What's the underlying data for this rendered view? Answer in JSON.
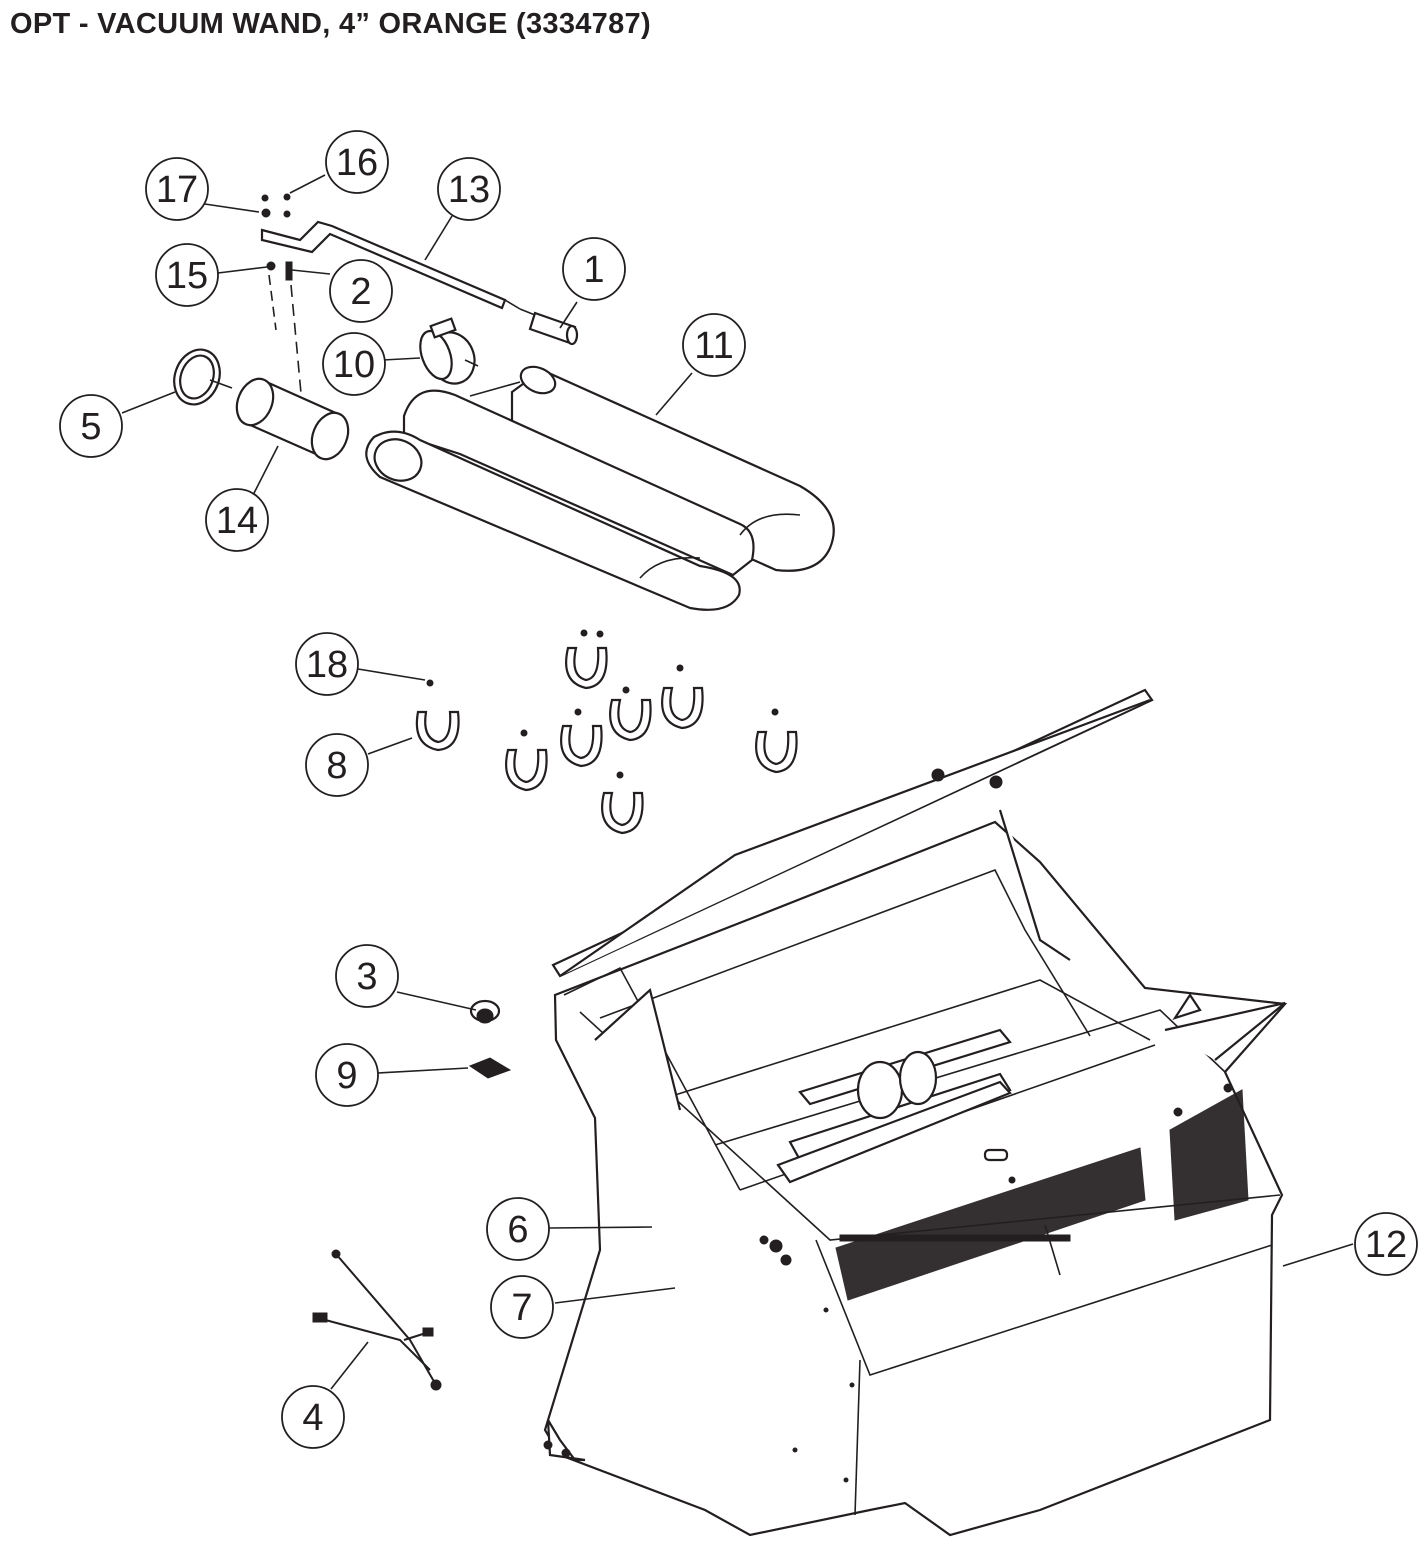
{
  "title": "OPT - VACUUM WAND, 4” ORANGE (3334787)",
  "callouts": [
    {
      "id": "1",
      "label": "1"
    },
    {
      "id": "2",
      "label": "2"
    },
    {
      "id": "3",
      "label": "3"
    },
    {
      "id": "4",
      "label": "4"
    },
    {
      "id": "5",
      "label": "5"
    },
    {
      "id": "6",
      "label": "6"
    },
    {
      "id": "7",
      "label": "7"
    },
    {
      "id": "8",
      "label": "8"
    },
    {
      "id": "9",
      "label": "9"
    },
    {
      "id": "10",
      "label": "10"
    },
    {
      "id": "11",
      "label": "11"
    },
    {
      "id": "12",
      "label": "12"
    },
    {
      "id": "13",
      "label": "13"
    },
    {
      "id": "14",
      "label": "14"
    },
    {
      "id": "15",
      "label": "15"
    },
    {
      "id": "16",
      "label": "16"
    },
    {
      "id": "17",
      "label": "17"
    },
    {
      "id": "18",
      "label": "18"
    }
  ],
  "colors": {
    "ink": "#231f20",
    "background": "#ffffff"
  }
}
